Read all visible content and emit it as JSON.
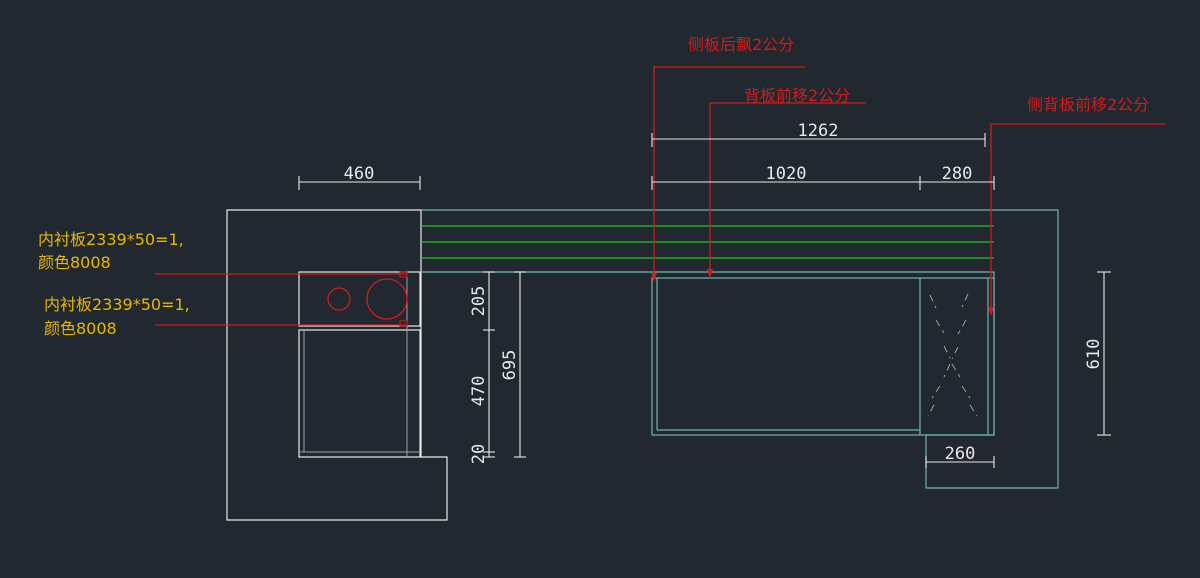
{
  "colors": {
    "background": "#212830",
    "outline": "#e8e8e8",
    "cyan": "#6fb3b3",
    "green": "#22c522",
    "red": "#d01c1c",
    "dim": "#e8e8e8",
    "note": "#e8b800",
    "hatch": "#9aa0a6"
  },
  "notes": {
    "liner_top_1": "内衬板2339*50=1,",
    "liner_top_2": "颜色8008",
    "liner_bottom_1": "内衬板2339*50=1,",
    "liner_bottom_2": "颜色8008"
  },
  "callouts": {
    "side_panel": "侧板后飘2公分",
    "back_panel": "背板前移2公分",
    "side_back_panel": "侧背板前移2公分"
  },
  "dimensions": {
    "d460": "460",
    "d1262": "1262",
    "d1020": "1020",
    "d280": "280",
    "d205": "205",
    "d470": "470",
    "d20": "20",
    "d695": "695",
    "d610": "610",
    "d260": "260"
  }
}
